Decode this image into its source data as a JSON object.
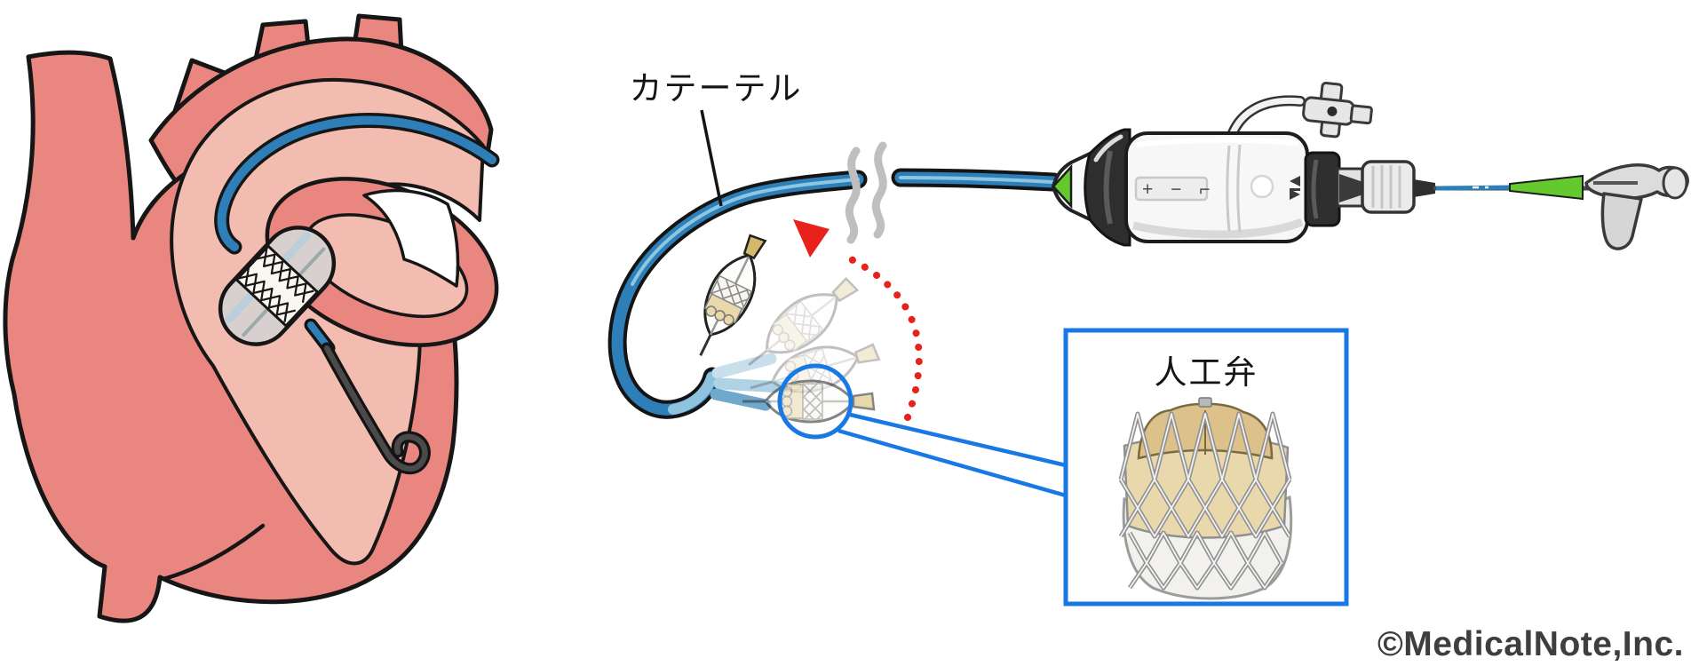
{
  "illustration": {
    "labels": {
      "catheter": "カテーテル",
      "prosthetic_valve": "人工弁",
      "copyright": "©MedicalNote,Inc."
    },
    "device": {
      "handle_markings": "+ − ⌐"
    },
    "colors": {
      "heart_salmon": "#E9867F",
      "heart_inner_pink": "#F2BCB1",
      "catheter_blue": "#2E7FB8",
      "catheter_light_blue": "#A9CEE2",
      "accent_green": "#63C92D",
      "arrow_red": "#E8211D",
      "box_blue": "#1878E4",
      "balloon_gray": "#D8D0CF",
      "leaflet_tan": "#E9D8AC",
      "leaflet_tan_dark": "#DCC18B",
      "outline": "#161616",
      "copyright_gray": "#3E3E3E"
    }
  }
}
